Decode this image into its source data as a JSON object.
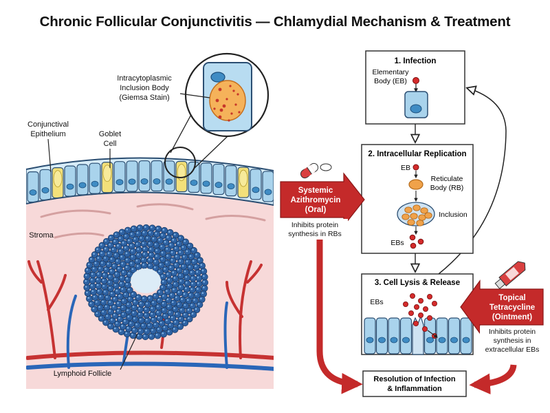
{
  "title": "Chronic Follicular Conjunctivitis — Chlamydial Mechanism & Treatment",
  "anatomy": {
    "inclusion_label": [
      "Intracytoplasmic",
      "Inclusion Body",
      "(Giemsa Stain)"
    ],
    "epithelium_label": [
      "Conjunctival",
      "Epithelium"
    ],
    "goblet_label": [
      "Goblet",
      "Cell"
    ],
    "stroma_label": "Stroma",
    "follicle_label": "Lymphoid Follicle"
  },
  "steps": {
    "infection": {
      "title": "1. Infection",
      "eb_label": [
        "Elementary",
        "Body (EB)"
      ]
    },
    "replication": {
      "title": "2. Intracellular Replication",
      "eb": "EB",
      "rb_label": [
        "Reticulate",
        "Body (RB)"
      ],
      "inclusion": "Inclusion",
      "ebs": "EBs"
    },
    "lysis": {
      "title": "3. Cell Lysis & Release",
      "ebs": "EBs"
    },
    "resolution": [
      "Resolution of Infection",
      "& Inflammation"
    ]
  },
  "treatments": {
    "systemic": {
      "label": [
        "Systemic",
        "Azithromycin",
        "(Oral)"
      ],
      "note": [
        "Inhibits protein",
        "synthesis in RBs"
      ]
    },
    "topical": {
      "label": [
        "Topical",
        "Tetracycline",
        "(Ointment)"
      ],
      "note": [
        "Inhibits protein",
        "synthesis in",
        "extracellular EBs"
      ]
    }
  },
  "colors": {
    "drug_red": "#c42a2a",
    "cell_blue": "#a9d3ec",
    "nucleus_blue": "#3f8cc4",
    "goblet_yellow": "#f3e07a",
    "stroma_pink": "#f7d9d9",
    "lymphocyte_blue": "#2e62a3",
    "eb_red": "#d42b2b",
    "rb_orange": "#f0a24a"
  }
}
